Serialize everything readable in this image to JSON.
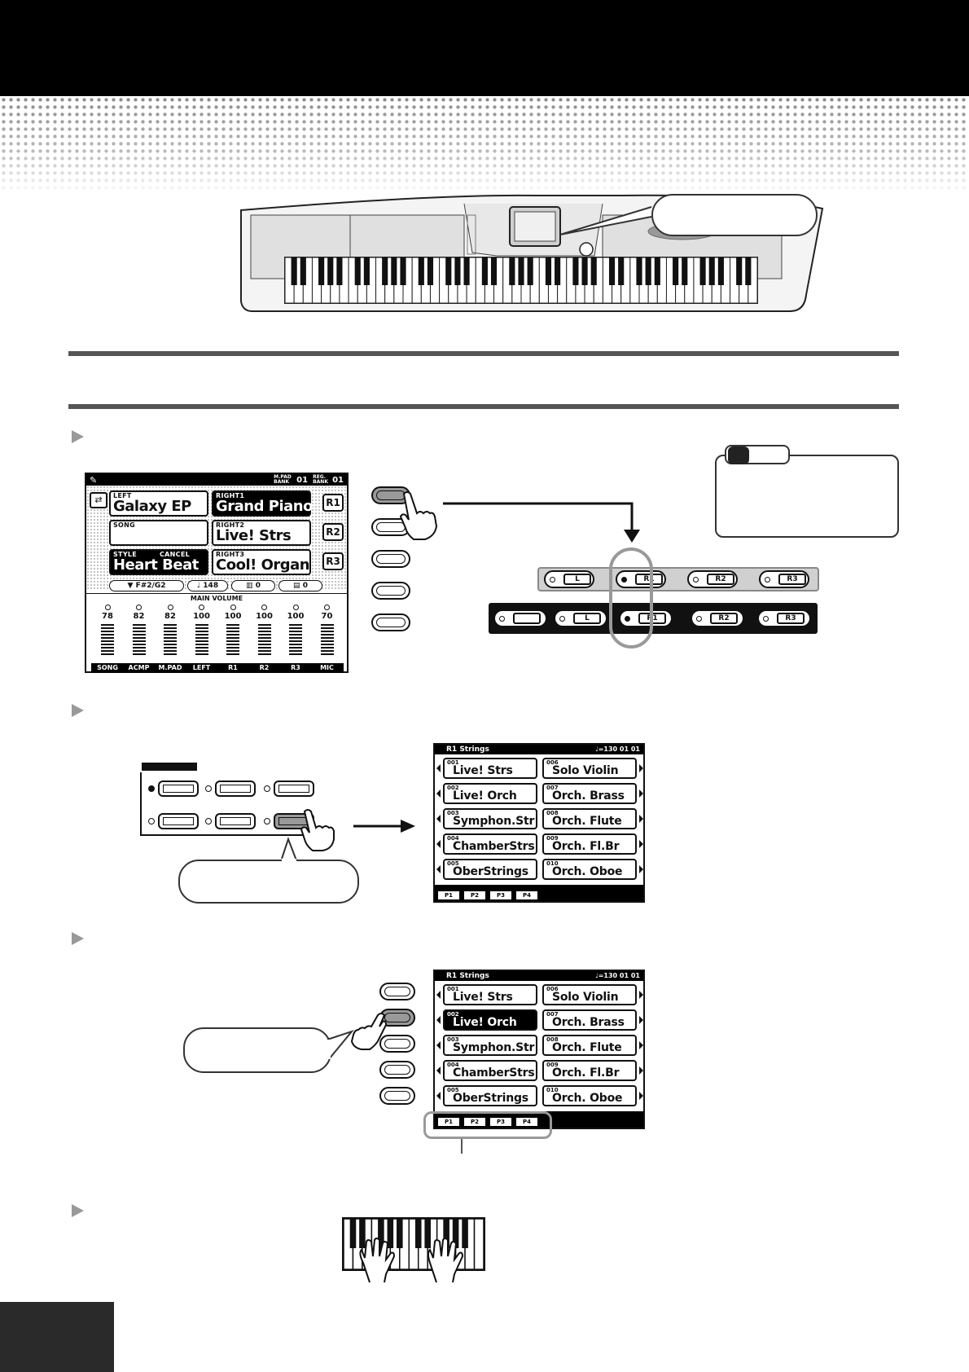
{
  "main_lcd": {
    "left_label": "LEFT",
    "left_voice": "Galaxy EP",
    "right1_label": "RIGHT1",
    "right1_voice": "Grand Piano",
    "song_label": "SONG",
    "right2_label": "RIGHT2",
    "right2_voice": "Live! Strs",
    "style_label": "STYLE",
    "cancel_label": "CANCEL",
    "style_name": "Heart Beat",
    "right3_label": "RIGHT3",
    "right3_voice": "Cool! Organ",
    "transpose_text": "F#2/G2",
    "tempo_text": "148",
    "transpose_value": "0",
    "upper_octave_value": "0",
    "mpad_bank_label": "M.PAD BANK",
    "mpad_bank_value": "01",
    "reg_bank_label": "REG. BANK",
    "reg_bank_value": "01",
    "r_tags": [
      "R1",
      "R2",
      "R3"
    ],
    "main_volume_label": "MAIN VOLUME",
    "faders": [
      {
        "name": "SONG",
        "value": "78"
      },
      {
        "name": "ACMP",
        "value": "82"
      },
      {
        "name": "M.PAD",
        "value": "82"
      },
      {
        "name": "LEFT",
        "value": "100"
      },
      {
        "name": "R1",
        "value": "100"
      },
      {
        "name": "R2",
        "value": "100"
      },
      {
        "name": "R3",
        "value": "100"
      },
      {
        "name": "MIC",
        "value": "70"
      }
    ]
  },
  "part_select": {
    "row1": [
      "L",
      "R1",
      "R2",
      "R3"
    ],
    "row2": [
      "",
      "L",
      "R1",
      "R2",
      "R3"
    ]
  },
  "voice_screen": {
    "header": "R1  Strings",
    "tempo": "♩=130",
    "mpad_bank": "01",
    "reg_bank": "01",
    "left_col": [
      {
        "num": "001",
        "name": "Live! Strs"
      },
      {
        "num": "002",
        "name": "Live! Orch"
      },
      {
        "num": "003",
        "name": "Symphon.Str"
      },
      {
        "num": "004",
        "name": "ChamberStrs"
      },
      {
        "num": "005",
        "name": "OberStrings"
      }
    ],
    "right_col_a": [
      {
        "num": "006",
        "name": "Solo Violin"
      },
      {
        "num": "007",
        "name": "Orch. Brass"
      },
      {
        "num": "008",
        "name": "Orch. Flute"
      },
      {
        "num": "009",
        "name": "Orch. Fl.Br"
      },
      {
        "num": "010",
        "name": "Orch. Oboe"
      }
    ],
    "right_col_b": [
      {
        "num": "006",
        "name": "Solo Violin"
      },
      {
        "num": "007",
        "name": "Orch. Brass"
      },
      {
        "num": "008",
        "name": "Orch. Flute"
      },
      {
        "num": "009",
        "name": "Orch. Fl.Br"
      },
      {
        "num": "010",
        "name": "Orch. Oboe"
      }
    ],
    "pages": [
      "P1",
      "P2",
      "P3",
      "P4"
    ]
  },
  "colors": {
    "accent": "#000000",
    "rule": "#555555",
    "halftone": "#8a8a8a"
  }
}
